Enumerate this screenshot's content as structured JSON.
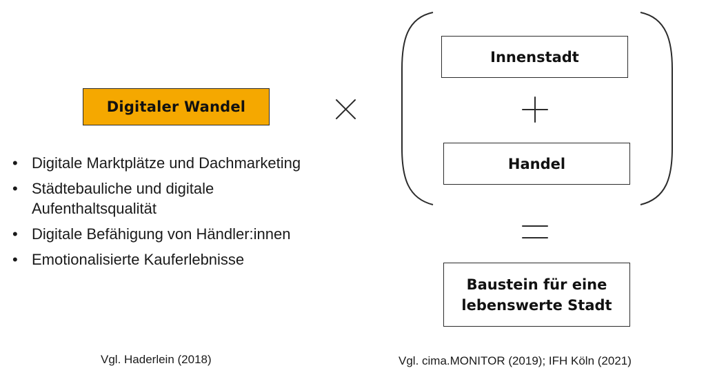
{
  "left": {
    "heading": "Digitaler Wandel",
    "bullets": [
      {
        "marker": "•",
        "line1": "Digitale Marktplätze und Dachmarketing",
        "line2": ""
      },
      {
        "marker": "•",
        "line1": "Städtebauliche und digitale",
        "line2": "Aufenthaltsqualität"
      },
      {
        "marker": "•",
        "line1": "Digitale Befähigung von Händler:innen",
        "line2": ""
      },
      {
        "marker": "•",
        "line1": "Emotionalisierte Kauferlebnisse",
        "line2": ""
      }
    ],
    "source": "Vgl. Haderlein (2018)"
  },
  "right": {
    "box_top": "Innenstadt",
    "box_middle": "Handel",
    "result_line1": "Baustein für eine",
    "result_line2": "lebenswerte Stadt",
    "source": "Vgl. cima.MONITOR (2019); IFH Köln (2021)"
  },
  "colors": {
    "accent": "#f5a800",
    "border": "#2b2b2b",
    "text": "#1a1a1a"
  },
  "icons": {
    "multiply": "multiply-icon",
    "plus": "plus-icon",
    "equals": "equals-icon",
    "bracket_left": "left-bracket",
    "bracket_right": "right-bracket"
  }
}
